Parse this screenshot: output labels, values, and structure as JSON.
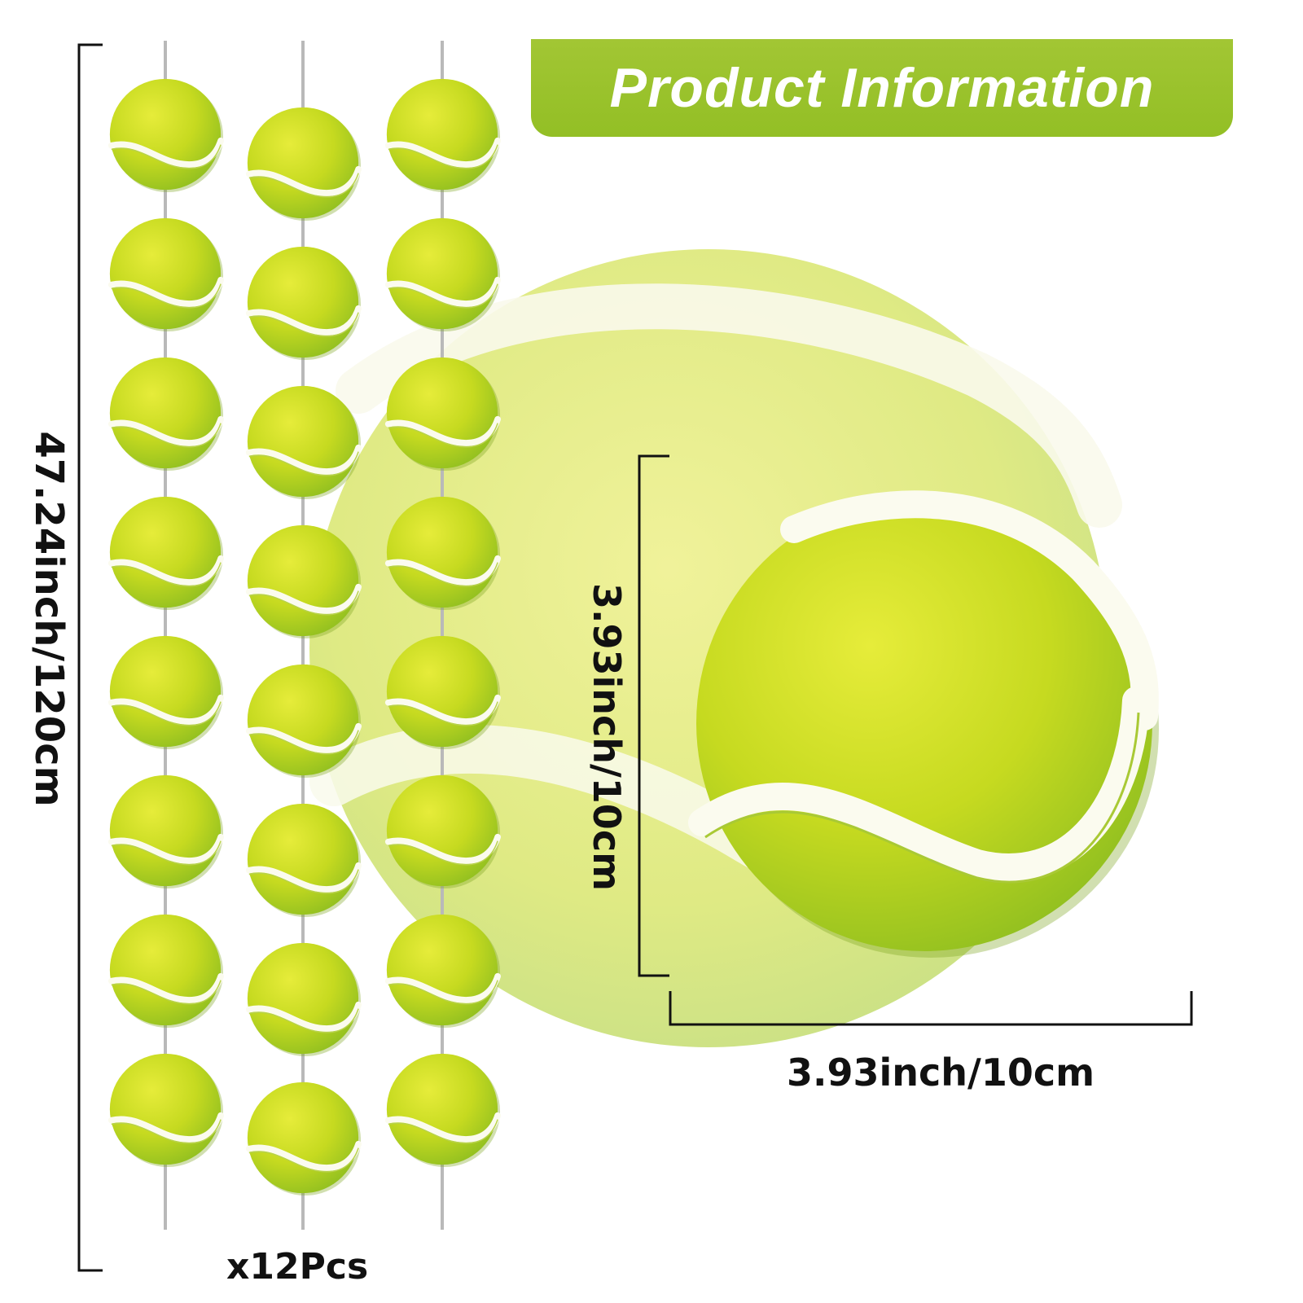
{
  "header": {
    "title": "Product Information"
  },
  "dimensions": {
    "garland_length": "47.24inch/120cm",
    "quantity": "x12Pcs",
    "ball_height": "3.93inch/10cm",
    "ball_width": "3.93inch/10cm"
  },
  "garland": {
    "strands": 3,
    "balls_per_strand": 8
  },
  "colors": {
    "banner": "#97c12a",
    "ball_light": "#e6ec3a",
    "ball_dark": "#92c020",
    "seam": "#fbfbef",
    "text": "#111111"
  },
  "icons": [
    "tennis-ball-icon",
    "garland-string-icon"
  ]
}
